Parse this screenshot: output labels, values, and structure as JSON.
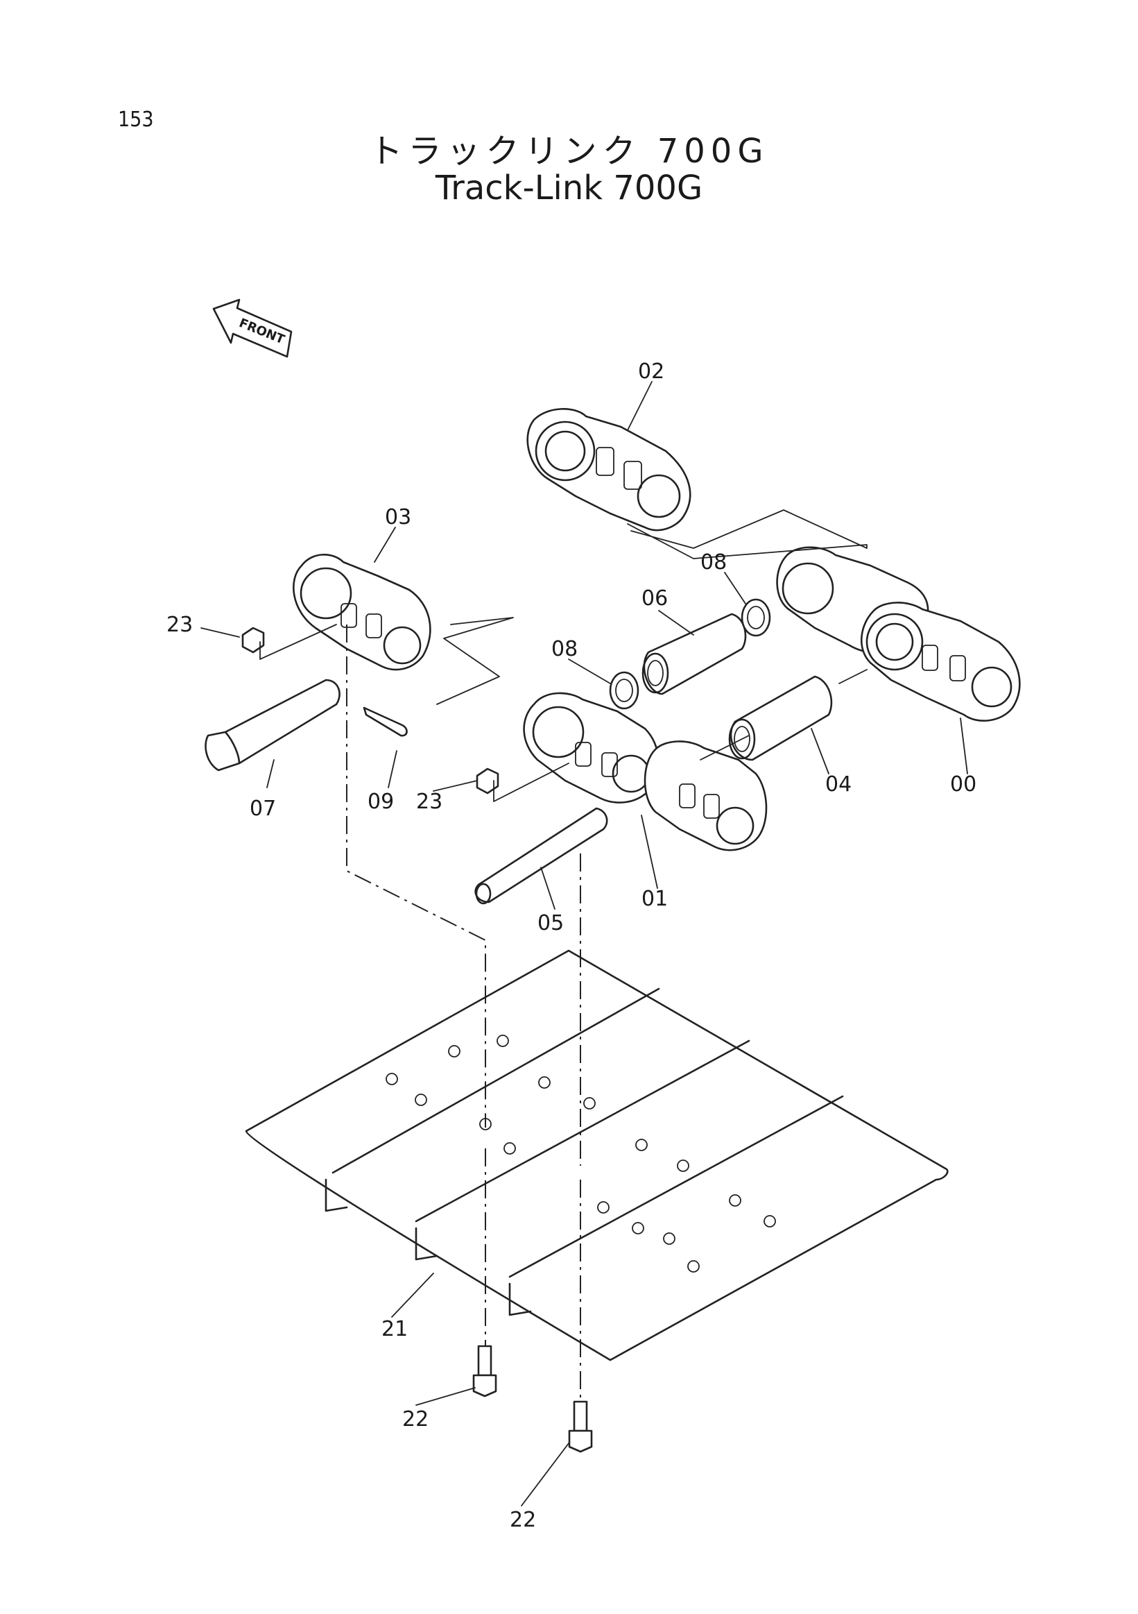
{
  "page": {
    "number": "153"
  },
  "title": {
    "japanese": "トラックリンク 700G",
    "english": "Track-Link 700G"
  },
  "front_indicator": {
    "label": "FRONT",
    "icon": "arrow-icon"
  },
  "callouts": {
    "c00": "00",
    "c01": "01",
    "c02": "02",
    "c03": "03",
    "c04": "04",
    "c05": "05",
    "c06": "06",
    "c07": "07",
    "c08a": "08",
    "c08b": "08",
    "c09": "09",
    "c21": "21",
    "c22a": "22",
    "c22b": "22",
    "c23a": "23",
    "c23b": "23"
  }
}
